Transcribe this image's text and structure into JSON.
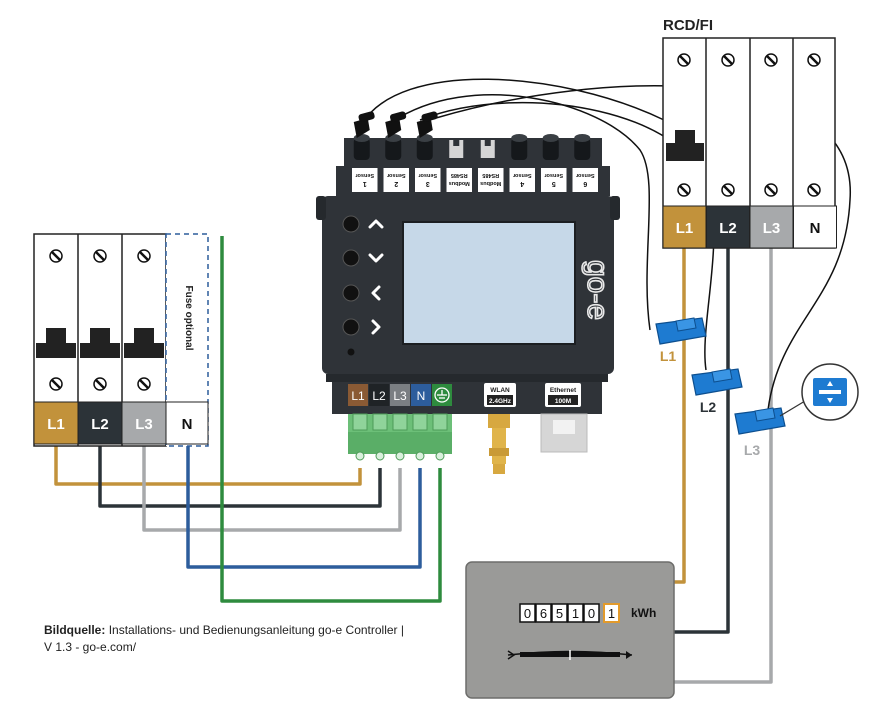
{
  "colors": {
    "L1": "#c2923b",
    "L2": "#2c3338",
    "L3": "#a7a9ab",
    "N": "#2d5d9c",
    "PE": "#2e8b3e",
    "device": "#2f3338",
    "ct_blue": "#1e7bd1",
    "screen": "#c6d8e8",
    "meter_bg": "#9a9a98"
  },
  "breaker_left": {
    "labels": [
      "L1",
      "L2",
      "L3",
      "N"
    ],
    "fuse_text": "Fuse optional"
  },
  "rcd": {
    "title": "RCD/FI",
    "labels": [
      "L1",
      "L2",
      "L3",
      "N"
    ]
  },
  "controller": {
    "brand": "go-e",
    "sensor_ports": [
      {
        "num": "1",
        "text": "Sensor"
      },
      {
        "num": "2",
        "text": "Sensor"
      },
      {
        "num": "3",
        "text": "Sensor"
      },
      {
        "num": "",
        "text": "Modbus RS485"
      },
      {
        "num": "",
        "text": "Modbus RS485"
      },
      {
        "num": "4",
        "text": "Sensor"
      },
      {
        "num": "5",
        "text": "Sensor"
      },
      {
        "num": "6",
        "text": "Sensor"
      }
    ],
    "nav_icons": [
      "chevron-up-icon",
      "chevron-down-icon",
      "chevron-left-icon",
      "chevron-right-icon"
    ],
    "terminals": [
      "L1",
      "L2",
      "L3",
      "N"
    ],
    "wlan_title": "WLAN",
    "wlan_value": "2.4GHz",
    "ethernet_title": "Ethernet",
    "ethernet_value": "100M"
  },
  "ct_labels": [
    "L1",
    "L2",
    "L3"
  ],
  "meter": {
    "digits": [
      "0",
      "6",
      "5",
      "1",
      "0"
    ],
    "decimal": "1",
    "unit": "kWh"
  },
  "caption": {
    "source_label": "Bildquelle:",
    "text": "Installations- und Bedienungsanleitung go-e Controller | V 1.3 - go-e.com/"
  }
}
